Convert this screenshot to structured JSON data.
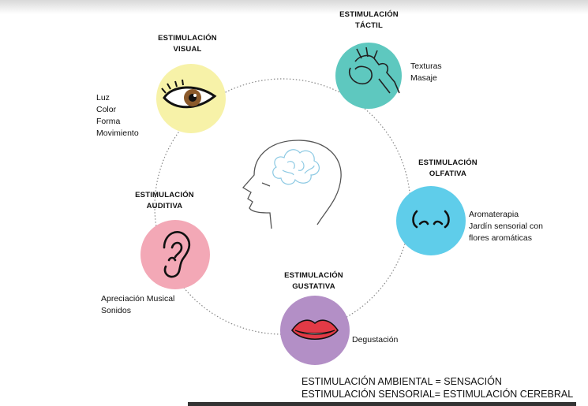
{
  "nodes": {
    "visual": {
      "title": "ESTIMULACIÓN\nVISUAL",
      "items": [
        "Luz",
        "Color",
        "Forma",
        "Movimiento"
      ],
      "color": "#f7f2a8"
    },
    "tactil": {
      "title": "ESTIMULACIÓN\nTÁCTIL",
      "items": [
        "Texturas",
        "Masaje"
      ],
      "color": "#5ec8bf"
    },
    "olfativa": {
      "title": "ESTIMULACIÓN\nOLFATIVA",
      "items": [
        "Aromaterapia",
        "Jardín sensorial con",
        "flores aromáticas"
      ],
      "color": "#5fcdea"
    },
    "gustativa": {
      "title": "ESTIMULACIÓN\nGUSTATIVA",
      "items": [
        "Degustación"
      ],
      "color": "#b38fc6"
    },
    "auditiva": {
      "title": "ESTIMULACIÓN\nAUDITIVA",
      "items": [
        "Apreciación Musical",
        "Sonidos"
      ],
      "color": "#f3a8b6"
    }
  },
  "footer": {
    "line1": "ESTIMULACIÓN AMBIENTAL = SENSACIÓN",
    "line2": "ESTIMULACIÓN SENSORIAL= ESTIMULACIÓN CEREBRAL"
  }
}
